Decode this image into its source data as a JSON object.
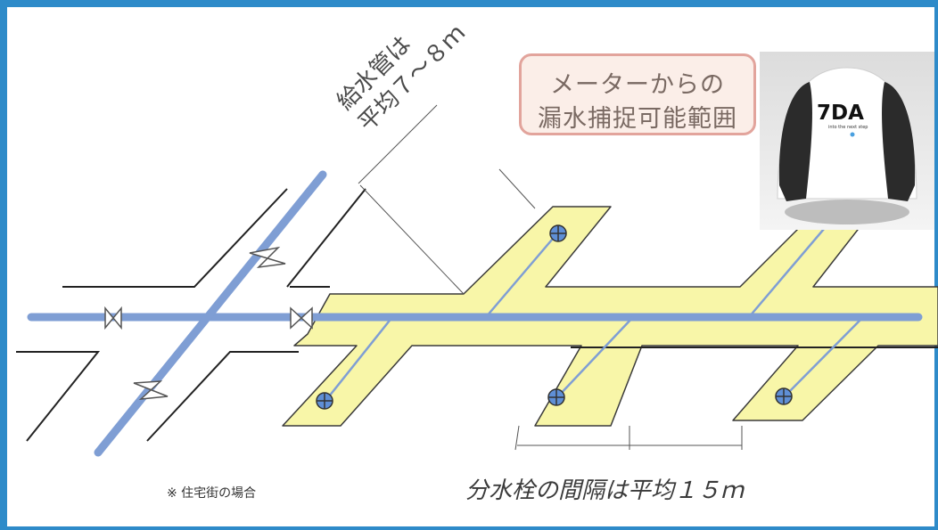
{
  "callout": {
    "line1": "メーターからの",
    "line2": "漏水捕捉可能範囲"
  },
  "pipe_label": {
    "line1": "給水管は",
    "line2": "平均７～８ｍ"
  },
  "spacing_label": "分水栓の間隔は平均１５ｍ",
  "note": "※ 住宅街の場合",
  "device": {
    "brand": "7DA",
    "tagline": "into the next step"
  },
  "colors": {
    "border": "#2e8bc9",
    "pipe": "#7f9ed4",
    "highlight": "#f8f6a8",
    "outline": "#333333",
    "callout_border": "#e2a49c"
  }
}
